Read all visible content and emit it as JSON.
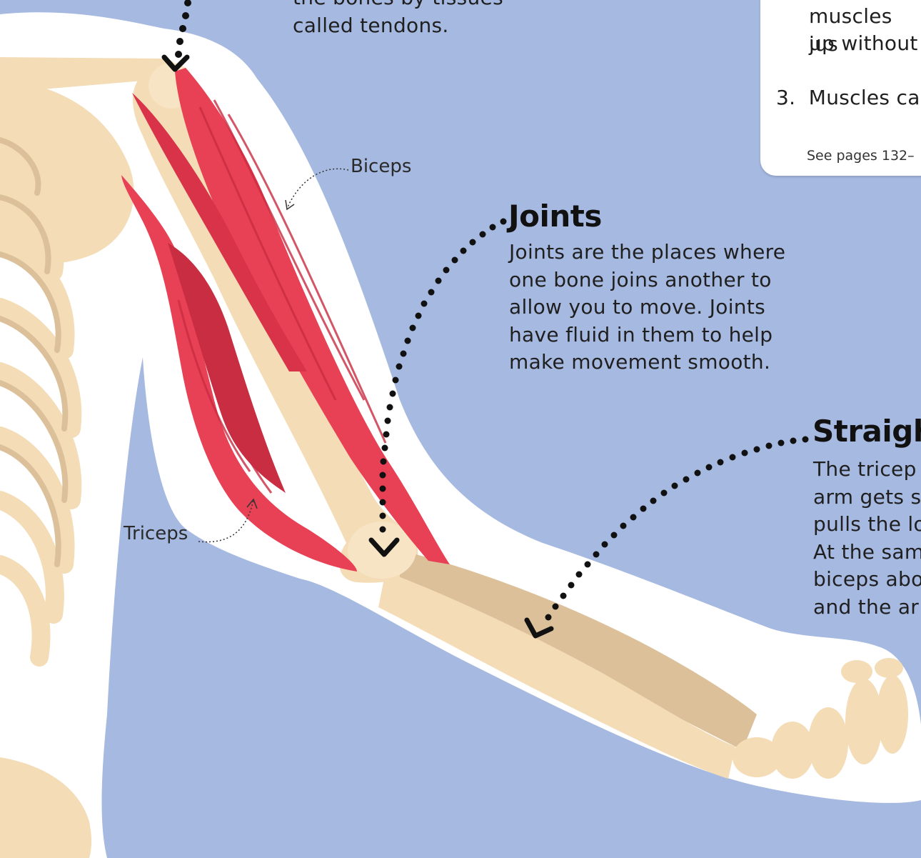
{
  "colors": {
    "background": "#a6b9e1",
    "outline": "#ffffff",
    "bone": "#f3dcb6",
    "bone_shadow": "#dcc09a",
    "muscle": "#e84054",
    "muscle_dark": "#c92d42",
    "pointer": "#111111"
  },
  "tendons_text": {
    "line1": "the bones by tissues",
    "line2": "called tendons."
  },
  "labels": {
    "biceps": "Biceps",
    "triceps": "Triceps"
  },
  "joints": {
    "heading": "Joints",
    "lines": [
      "Joints are the places where",
      "one bone joins another to",
      "allow you to move. Joints",
      "have fluid in them to help",
      "make movement smooth."
    ]
  },
  "straighten": {
    "heading": "Straigh",
    "lines": [
      "The tricep",
      "arm gets s",
      "pulls the lo",
      "At the sam",
      "biceps abo",
      "and the ar"
    ]
  },
  "info_box": {
    "line1": "muscles jus",
    "line2": "up without",
    "item3_number": "3.",
    "item3_text": "Muscles ca",
    "pages_ref": "See pages 132–"
  },
  "icons": [
    "down-arrow-pointer-icon",
    "curved-arrow-icon"
  ]
}
